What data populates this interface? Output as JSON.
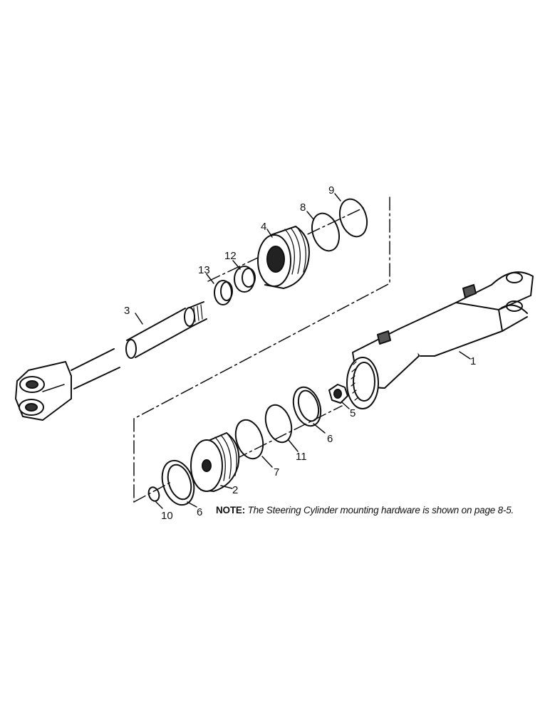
{
  "labels": {
    "p1": "1",
    "p2": "2",
    "p3": "3",
    "p4": "4",
    "p5": "5",
    "p6a": "6",
    "p6b": "6",
    "p7": "7",
    "p8": "8",
    "p9": "9",
    "p10": "10",
    "p11": "11",
    "p12": "12",
    "p13": "13"
  },
  "note": {
    "label": "NOTE:",
    "text": "The Steering Cylinder mounting hardware is shown on page 8-5."
  }
}
